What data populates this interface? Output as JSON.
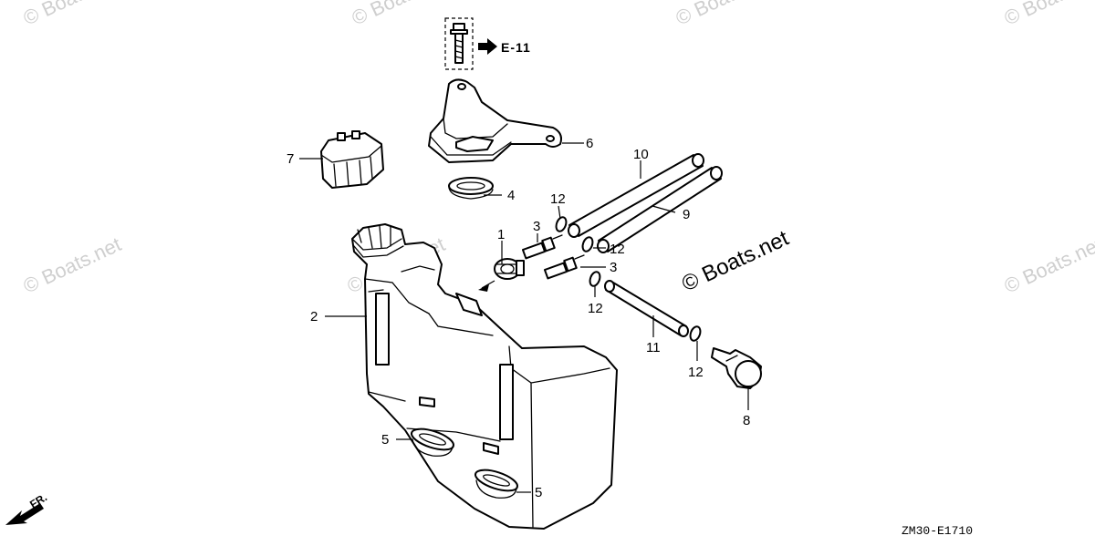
{
  "watermark": "© Boats.net",
  "watermark_main": "© Boats.net",
  "reference": "E-11",
  "front_label": "FR.",
  "diagram_code": "ZM30-E1710",
  "callouts": {
    "c1": "1",
    "c2": "2",
    "c3a": "3",
    "c3b": "3",
    "c4": "4",
    "c5a": "5",
    "c5b": "5",
    "c6": "6",
    "c7": "7",
    "c8": "8",
    "c9": "9",
    "c10": "10",
    "c11": "11",
    "c12a": "12",
    "c12b": "12",
    "c12c": "12",
    "c12d": "12"
  }
}
